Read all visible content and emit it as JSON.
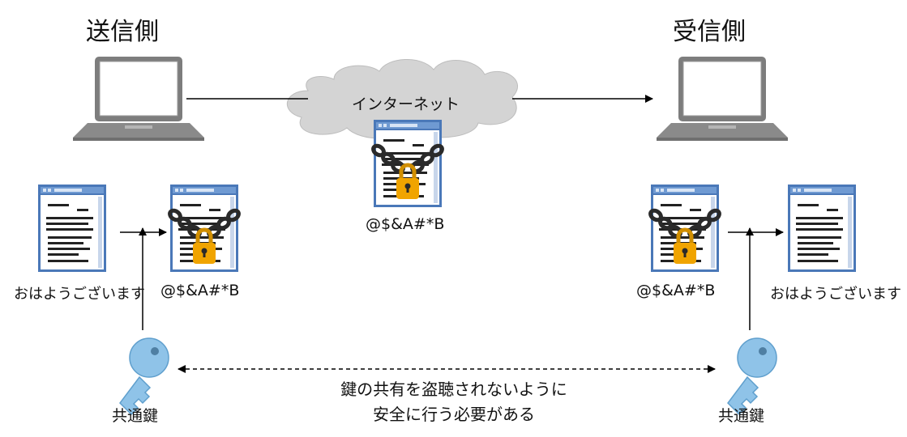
{
  "sender": {
    "heading": "送信側",
    "plaintext": "おはようございます",
    "ciphertext": "@$&A#*B",
    "key_label": "共通鍵"
  },
  "receiver": {
    "heading": "受信側",
    "plaintext": "おはようございます",
    "ciphertext": "@$&A#*B",
    "key_label": "共通鍵"
  },
  "network": {
    "label": "インターネット",
    "ciphertext": "@$&A#*B"
  },
  "key_sharing_note": {
    "line1": "鍵の共有を盗聴されないように",
    "line2": "安全に行う必要がある"
  },
  "colors": {
    "laptop": "#8a8a8a",
    "cloud": "#d4d4d4",
    "document_frame": "#4a78b8",
    "lock": "#f0a400",
    "chain": "#2a2a2a",
    "key": "#8fc3e8"
  }
}
